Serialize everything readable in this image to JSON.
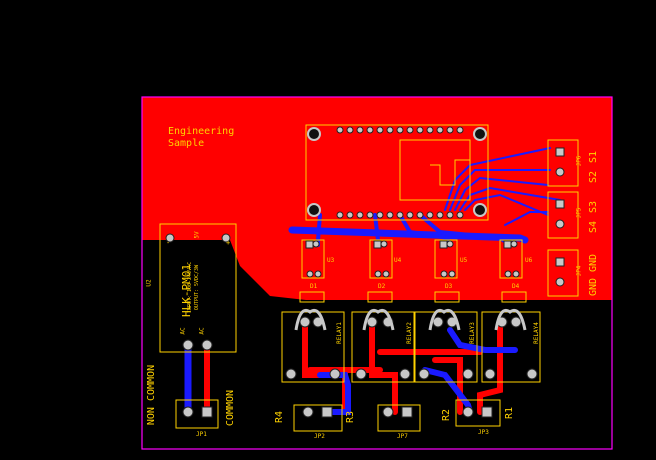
{
  "board": {
    "engineering_label_1": "Engineering",
    "engineering_label_2": "Sample"
  },
  "power_module": {
    "ref": "U2",
    "name": "HLK-PM01",
    "input_spec": "INPUT: 100-240VAC",
    "output_spec": "OUTPUT: 5VDC/3W",
    "pin_5v": "5V",
    "pin_plus": "+",
    "pin_minus": "-",
    "pin_ac1": "AC",
    "pin_ac2": "AC"
  },
  "connectors": {
    "jp1": "JP1",
    "jp2": "JP2",
    "jp3": "JP3",
    "jp4": "JP4",
    "jp5": "JP5",
    "jp6": "JP6",
    "jp7": "JP7",
    "non_common": "NON COMMON",
    "common": "COMMON",
    "r1": "R1",
    "r2": "R2",
    "r3": "R3",
    "r4": "R4",
    "s1": "S1",
    "s2": "S2",
    "s3": "S3",
    "s4": "S4",
    "gnd1": "GND",
    "gnd2": "GND"
  },
  "drivers": {
    "u3": "U3",
    "u4": "U4",
    "u5": "U5",
    "u6": "U6",
    "d1": "D1",
    "d2": "D2",
    "d3": "D3",
    "d4": "D4"
  },
  "relays": {
    "k1": "RELAY1",
    "k2": "RELAY2",
    "k3": "RELAY3",
    "k4": "RELAY4"
  },
  "colors": {
    "background": "#000000",
    "top_copper": "#ff0000",
    "bottom_copper": "#1a1aff",
    "silkscreen": "#ffd200",
    "outline": "#ff00ff",
    "pad": "#c8c8c8"
  }
}
